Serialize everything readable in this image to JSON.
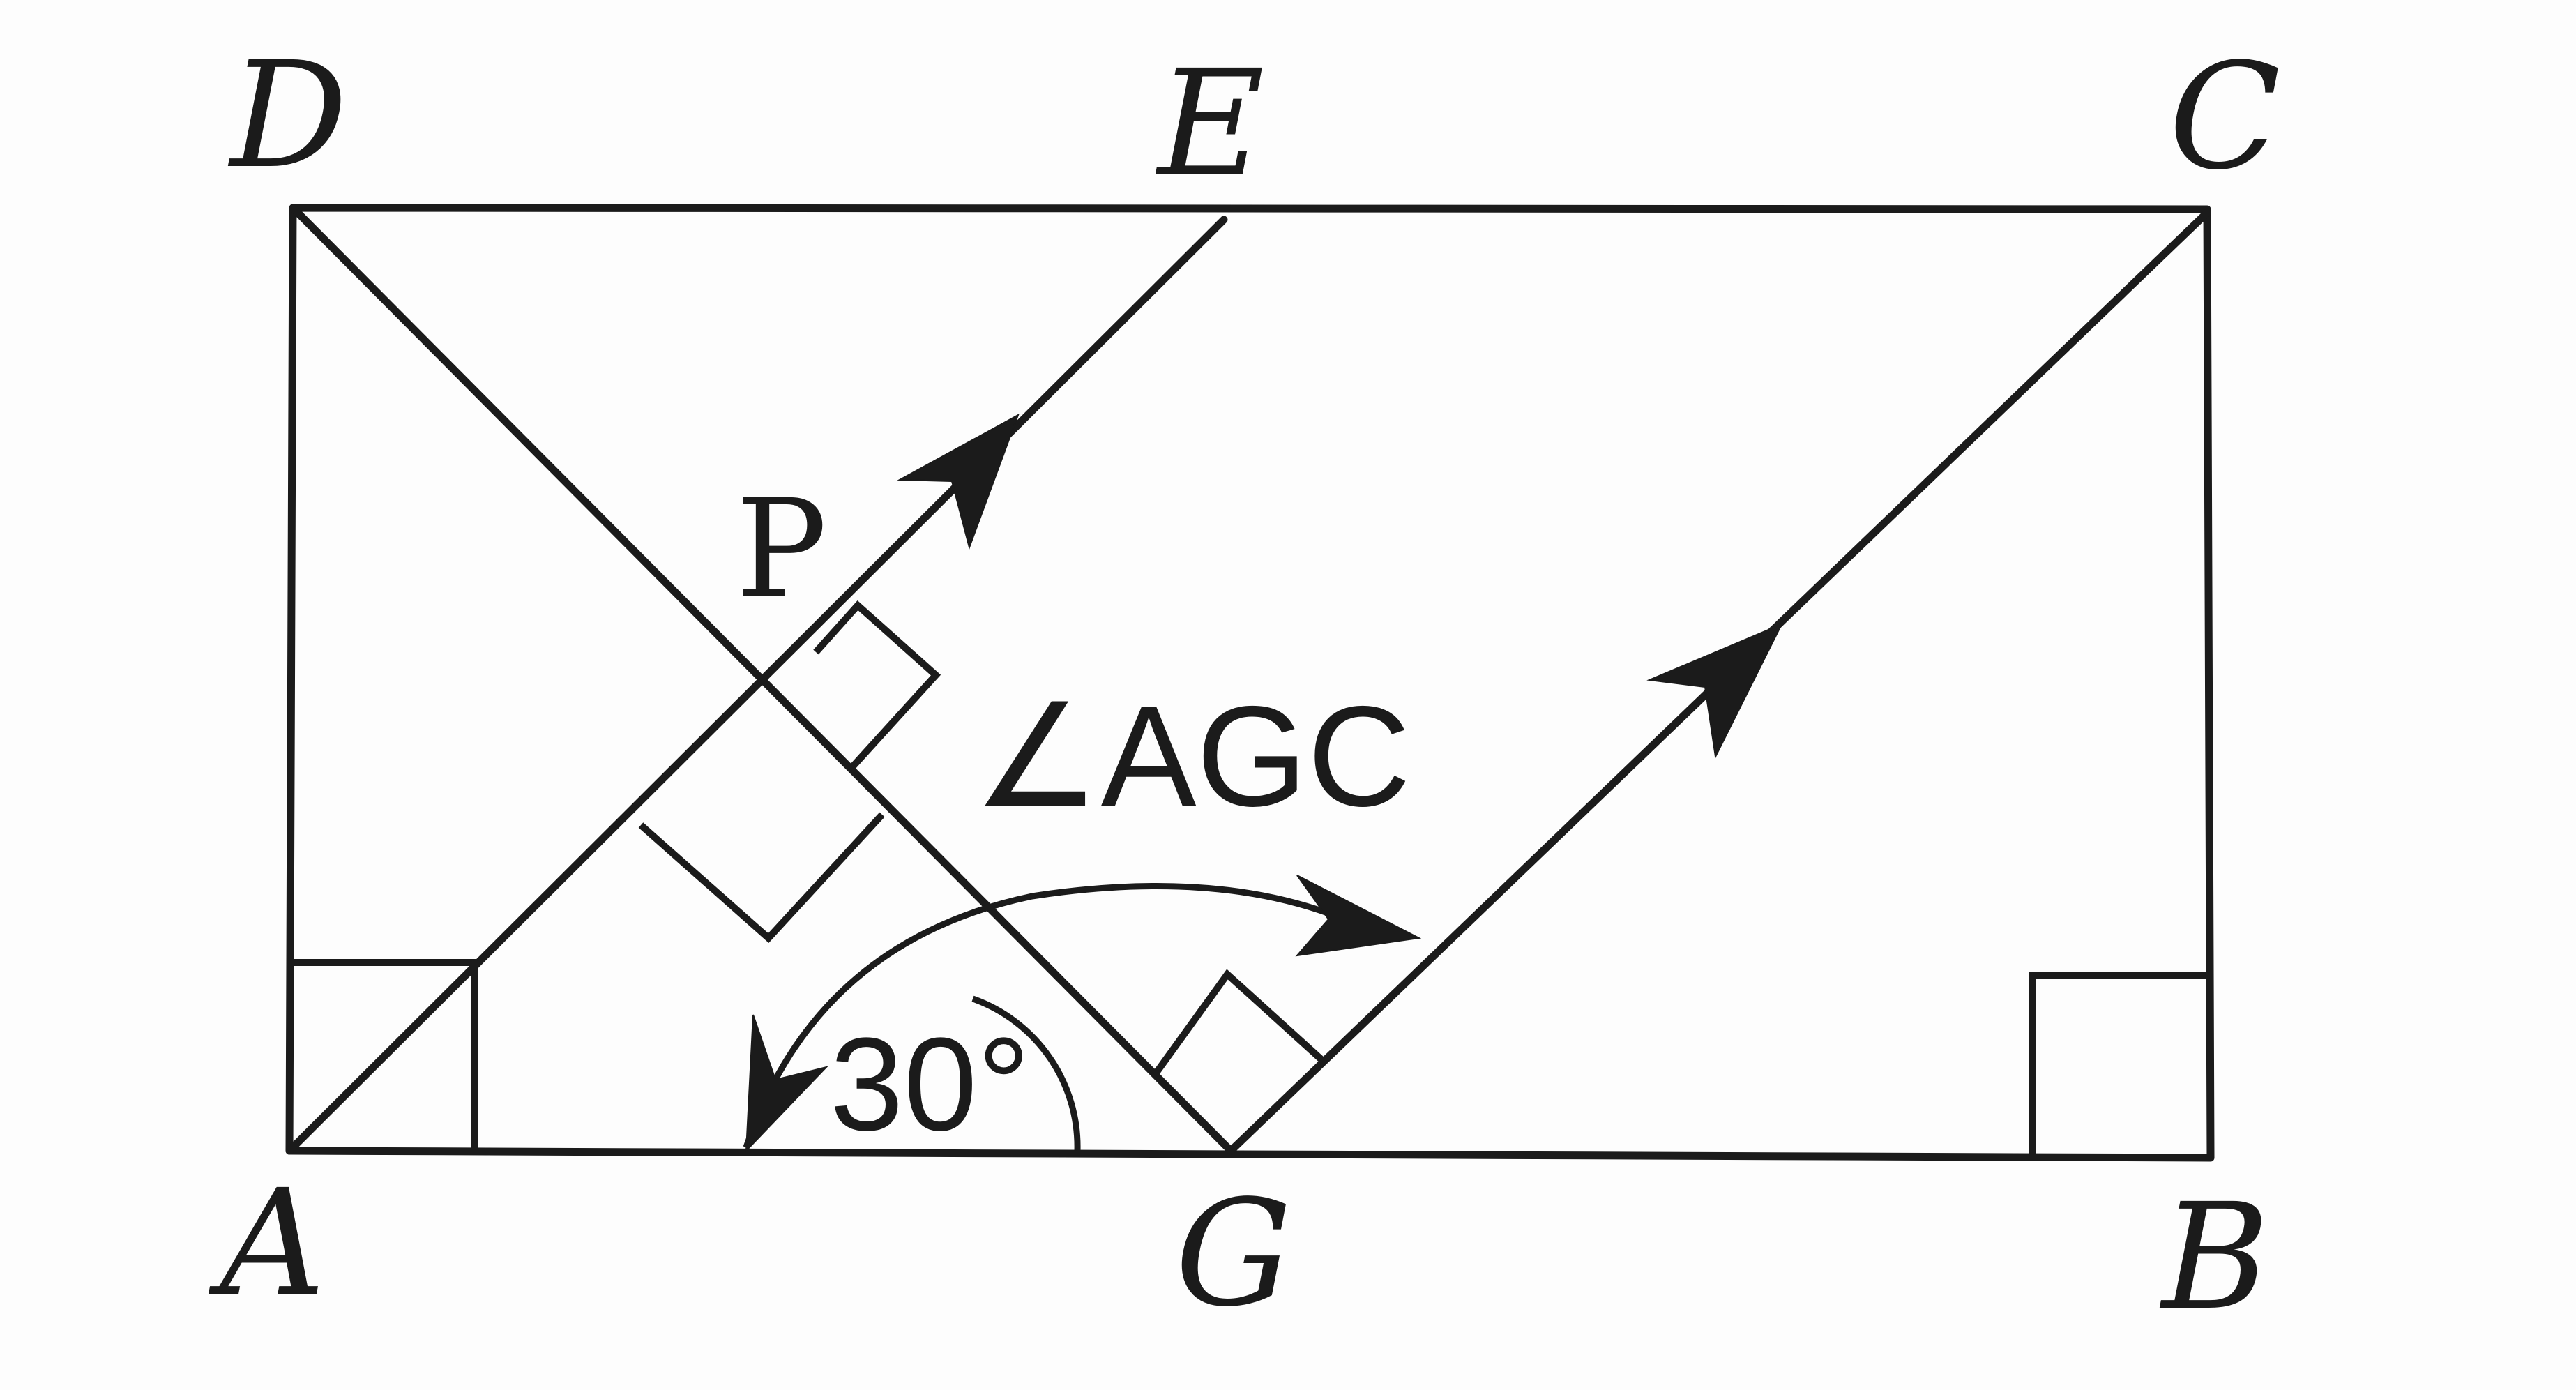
{
  "vertices": {
    "a": "A",
    "b": "B",
    "c": "C",
    "d": "D",
    "e": "E",
    "g": "G"
  },
  "point": "P",
  "angle_note": "∠AGC",
  "angle_value": "30°"
}
